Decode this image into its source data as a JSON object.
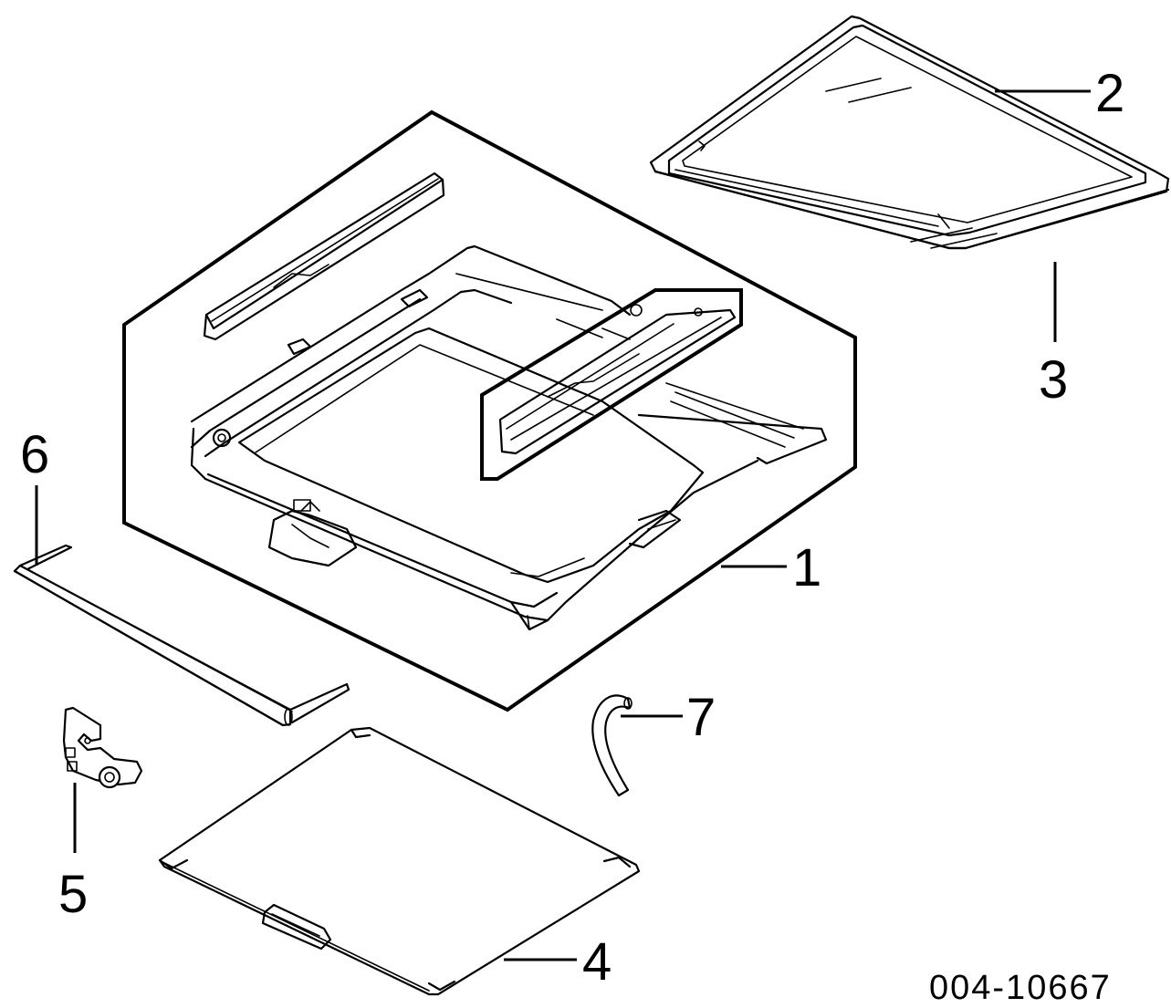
{
  "diagram": {
    "reference_number": "004-10667",
    "callouts": [
      "1",
      "2",
      "3",
      "4",
      "5",
      "6",
      "7"
    ]
  }
}
